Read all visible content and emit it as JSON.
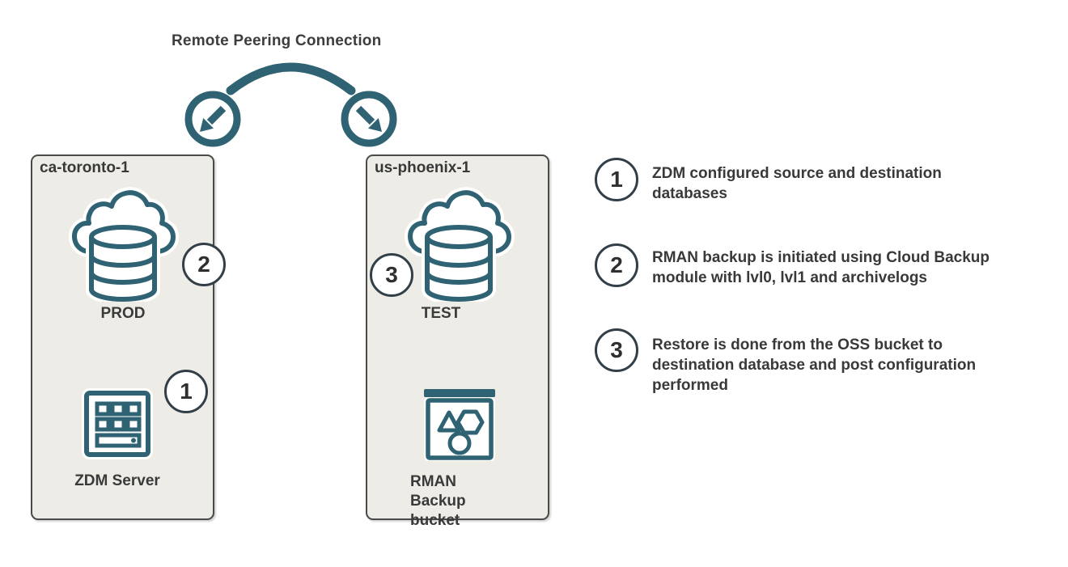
{
  "colors": {
    "teal": "#2f6374",
    "box_background": "#edece6",
    "box_border": "#4a4a4a",
    "badge_border": "#333f48",
    "text": "#3a3a3a"
  },
  "title": "Remote Peering Connection",
  "icons": {
    "peering": "remote-peering-arrows",
    "database": "cloud-database",
    "server": "zdm-server-grid",
    "bucket": "object-storage-bucket"
  },
  "regions": [
    {
      "label": "ca-toronto-1",
      "db_label": "PROD",
      "db_badge": "2",
      "server_label": "ZDM Server",
      "server_badge": "1"
    },
    {
      "label": "us-phoenix-1",
      "db_label": "TEST",
      "db_badge": "3",
      "bucket_label_line1": "RMAN Backup",
      "bucket_label_line2": "bucket"
    }
  ],
  "annotations": [
    {
      "number": "1",
      "lines": [
        "ZDM configured source and destination",
        "databases",
        ""
      ]
    },
    {
      "number": "2",
      "lines": [
        "RMAN backup is initiated using Cloud Backup",
        "module with lvl0, lvl1 and archivelogs",
        ""
      ]
    },
    {
      "number": "3",
      "lines": [
        "Restore is done from the OSS bucket to",
        "destination database and post configuration",
        "performed"
      ]
    }
  ]
}
